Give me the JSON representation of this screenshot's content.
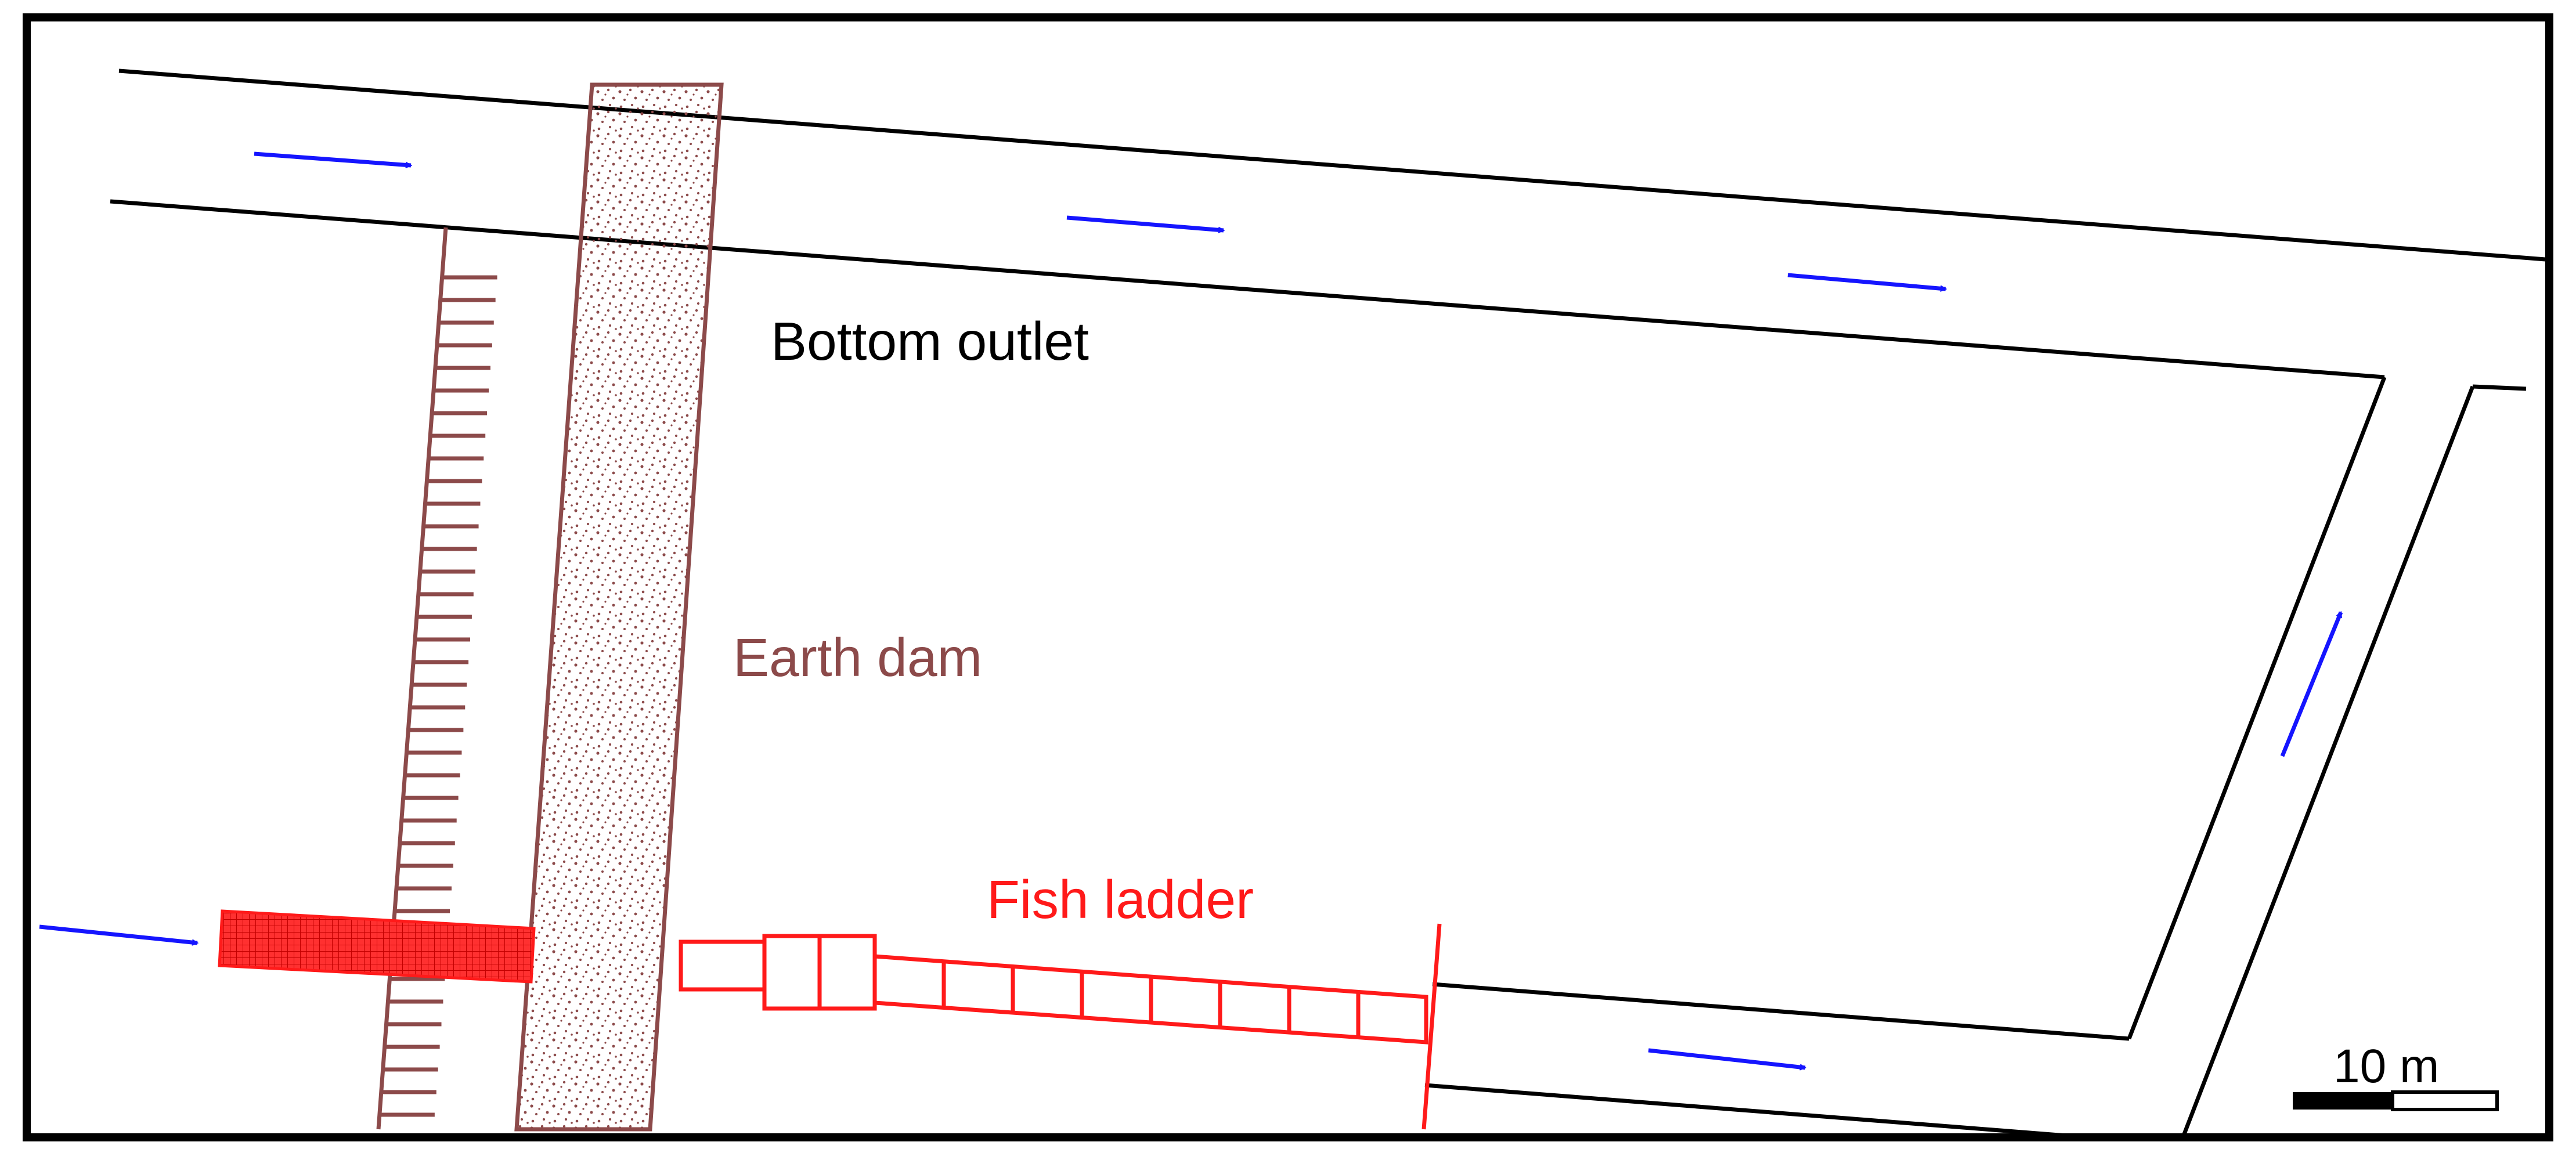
{
  "labels": {
    "bottom_outlet": "Bottom outlet",
    "earth_dam": "Earth dam",
    "fish_ladder": "Fish ladder"
  },
  "scale_bar": {
    "label": "10 m"
  },
  "colors": {
    "frame": "#000000",
    "channel_line": "#000000",
    "flow_arrow": "#1515ff",
    "earth_dam": "#8c4a4a",
    "fish_ladder": "#ff1a1a",
    "bottom_outlet_label": "#000000"
  },
  "icons": {
    "flow_arrow": "arrow-right-icon"
  }
}
